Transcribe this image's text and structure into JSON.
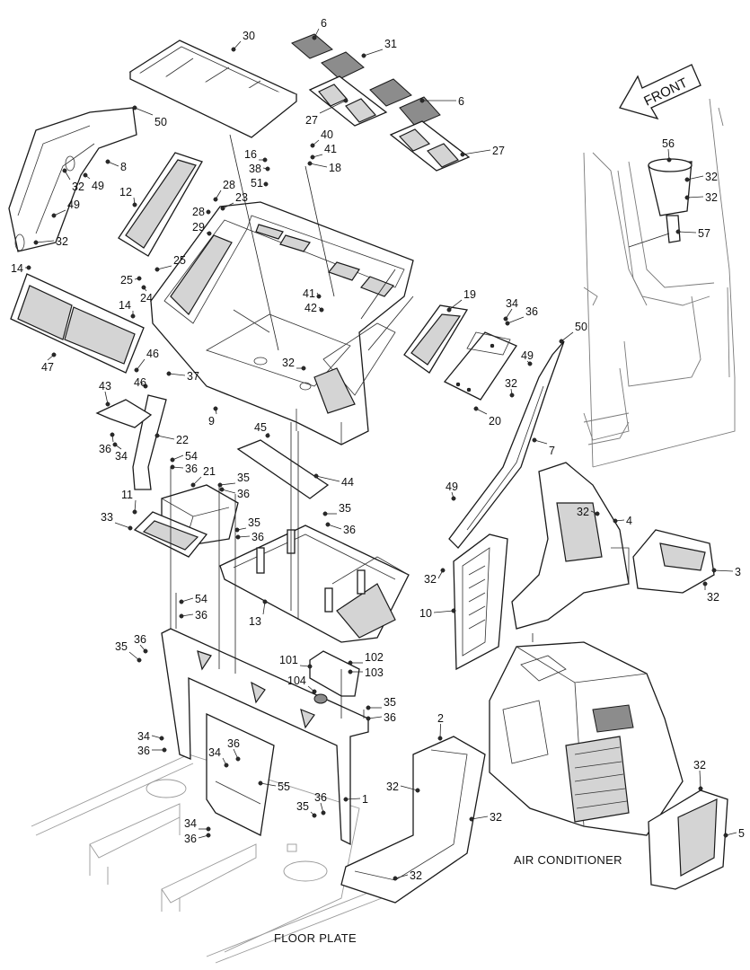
{
  "diagram": {
    "front_arrow_label": "FRONT",
    "captions": {
      "floor_plate": "FLOOR PLATE",
      "air_conditioner": "AIR CONDITIONER"
    },
    "part_labels": [
      "30",
      "6",
      "31",
      "6",
      "27",
      "27",
      "50",
      "8",
      "49",
      "32",
      "12",
      "40",
      "41",
      "16",
      "18",
      "38",
      "51",
      "28",
      "23",
      "28",
      "29",
      "49",
      "32",
      "14",
      "25",
      "25",
      "24",
      "47",
      "14",
      "46",
      "46",
      "37",
      "43",
      "36",
      "34",
      "22",
      "9",
      "32",
      "41",
      "42",
      "45",
      "44",
      "19",
      "34",
      "36",
      "20",
      "50",
      "49",
      "32",
      "7",
      "56",
      "32",
      "32",
      "57",
      "54",
      "36",
      "21",
      "35",
      "36",
      "11",
      "33",
      "35",
      "36",
      "35",
      "36",
      "32",
      "49",
      "10",
      "32",
      "4",
      "3",
      "32",
      "13",
      "54",
      "36",
      "35",
      "36",
      "101",
      "102",
      "103",
      "104",
      "35",
      "36",
      "2",
      "32",
      "32",
      "34",
      "36",
      "34",
      "36",
      "55",
      "36",
      "1",
      "35",
      "34",
      "36",
      "32",
      "32",
      "5"
    ]
  }
}
